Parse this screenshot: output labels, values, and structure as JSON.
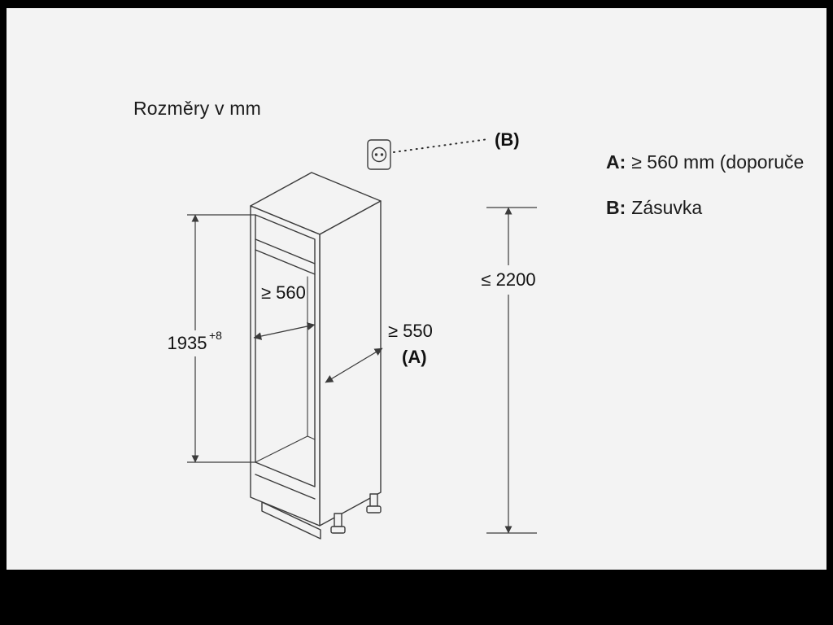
{
  "title": "Rozměry v mm",
  "diagram": {
    "dim_height_niche": "1935",
    "dim_height_niche_sup": "+8",
    "dim_inner_width": "≥ 560",
    "dim_depth": "≥ 550",
    "dim_depth_letter": "(A)",
    "dim_max_height": "≤ 2200",
    "socket_callout": "(B)"
  },
  "legend": {
    "a_key": "A:",
    "a_value": "≥ 560 mm (doporuče",
    "b_key": "B:",
    "b_value": "Zásuvka"
  },
  "colors": {
    "background": "#f3f3f3",
    "letterbox": "#000000",
    "line": "#3b3b3b",
    "text": "#111111"
  }
}
